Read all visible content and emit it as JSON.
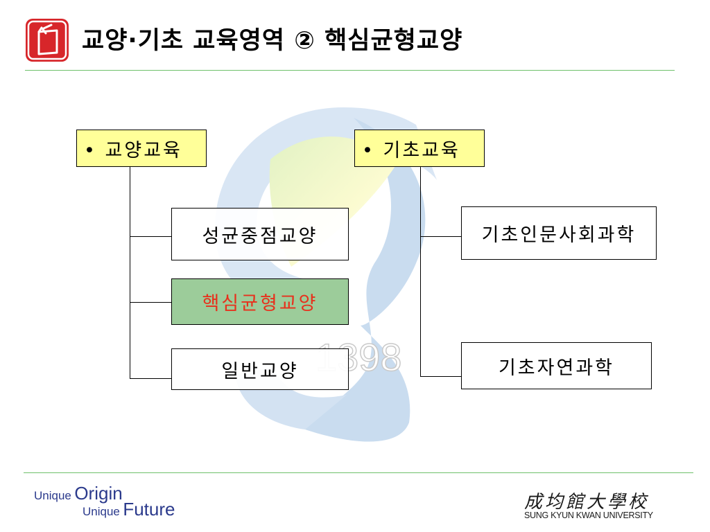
{
  "header": {
    "title": "교양·기초 교육영역 ② 핵심균형교양",
    "icon": "book-icon"
  },
  "watermark": {
    "year": "1398",
    "icon": "university-s-logo-icon"
  },
  "diagram": {
    "groups": [
      {
        "label": "• 교양교육",
        "children": [
          "성균중점교양",
          "핵심균형교양",
          "일반교양"
        ],
        "highlighted_child": "핵심균형교양"
      },
      {
        "label": "• 기초교육",
        "children": [
          "기초인문사회과학",
          "기초자연과학"
        ]
      }
    ]
  },
  "footer": {
    "slogan_word1": "Unique",
    "slogan_word2": "Origin",
    "slogan_word3": "Unique",
    "slogan_word4": "Future",
    "university_hanja": "成均館大學校",
    "university_en": "SUNG KYUN KWAN UNIVERSITY"
  },
  "colors": {
    "rule": "#6ec06a",
    "group_box": "#ffff99",
    "highlight_box": "#9ccc9a",
    "highlight_text": "#e8301c",
    "icon_red": "#d7262a",
    "slogan": "#2b3a8c"
  }
}
